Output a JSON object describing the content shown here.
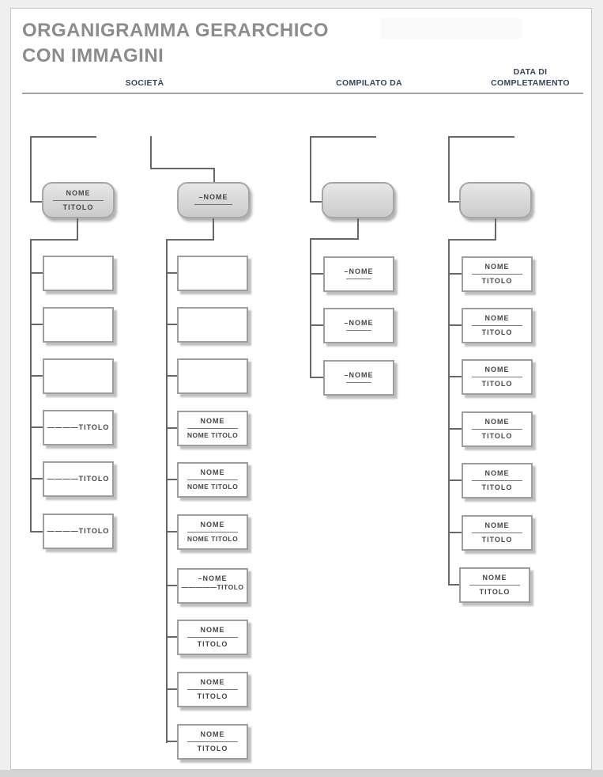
{
  "title": {
    "line1": "ORGANIGRAMMA GERARCHICO",
    "line2": "CON IMMAGINI"
  },
  "header": {
    "societa": "SOCIETÀ",
    "compilato_da": "COMPILATO DA",
    "data_di": "DATA DI",
    "completamento": "COMPLETAMENTO"
  },
  "colors": {
    "title_gray": "#8c8c8c",
    "header_navy": "#31475f",
    "connector_gray": "#686868",
    "box_border": "#9e9e9e",
    "root_fill": "#d9d9d9"
  },
  "org": {
    "col1": {
      "root": {
        "name": "NOME",
        "divider": "————————",
        "title": "TITOLO"
      },
      "children": [
        {},
        {},
        {},
        {
          "line1": "————TITOLO"
        },
        {
          "line1": "————TITOLO"
        },
        {
          "line1": "————TITOLO"
        }
      ]
    },
    "col2": {
      "root": {
        "name": "–NOME",
        "dash": "——————"
      },
      "children": [
        {},
        {},
        {},
        {
          "line1": "NOME",
          "divider": "————————",
          "line2": "NOME TITOLO"
        },
        {
          "line1": "NOME",
          "divider": "————————",
          "line2": "NOME TITOLO"
        },
        {
          "line1": "NOME",
          "divider": "————————",
          "line2": "NOME TITOLO"
        },
        {
          "line1": "–NOME",
          "line2": "—————TITOLO"
        },
        {
          "line1": "NOME",
          "divider": "————————",
          "line2": "TITOLO"
        },
        {
          "line1": "NOME",
          "divider": "————————",
          "line2": "TITOLO"
        },
        {
          "line1": "NOME",
          "divider": "————————",
          "line2": "TITOLO"
        }
      ]
    },
    "col3": {
      "root": {},
      "children": [
        {
          "line1": "–NOME",
          "dash": "————"
        },
        {
          "line1": "–NOME",
          "dash": "————"
        },
        {
          "line1": "–NOME",
          "dash": "————"
        }
      ]
    },
    "col4": {
      "root": {},
      "children": [
        {
          "line1": "NOME",
          "divider": "————————",
          "line2": "TITOLO"
        },
        {
          "line1": "NOME",
          "divider": "————————",
          "line2": "TITOLO"
        },
        {
          "line1": "NOME",
          "divider": "————————",
          "line2": "TITOLO"
        },
        {
          "line1": "NOME",
          "divider": "————————",
          "line2": "TITOLO"
        },
        {
          "line1": "NOME",
          "divider": "————————",
          "line2": "TITOLO"
        },
        {
          "line1": "NOME",
          "divider": "————————",
          "line2": "TITOLO"
        },
        {
          "line1": "NOME",
          "divider": "————————",
          "line2": "TITOLO"
        }
      ]
    }
  }
}
